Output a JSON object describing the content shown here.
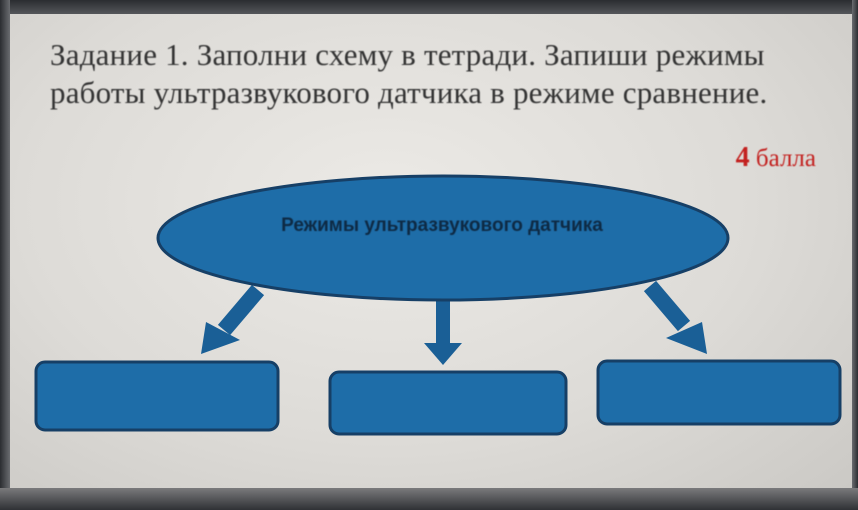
{
  "task": {
    "text": "Задание 1. Заполни схему в тетради. Запиши режимы работы ультразвукового датчика в режиме сравнение."
  },
  "points": {
    "number": "4",
    "unit": "балла"
  },
  "diagram": {
    "root_label": "Режимы ультразвукового датчика",
    "boxes": [
      "",
      "",
      ""
    ],
    "colors": {
      "fill": "#1e6da8",
      "stroke": "#163f66",
      "label": "#0e2a44",
      "arrow": "#1a5f96"
    }
  }
}
